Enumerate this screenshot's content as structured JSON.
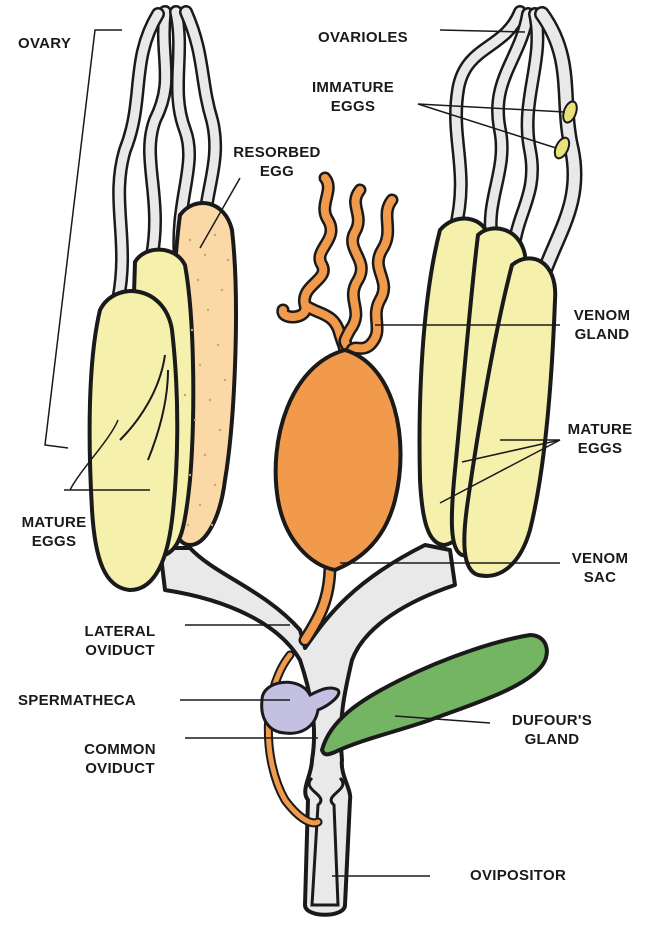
{
  "colors": {
    "outline": "#1a1a1a",
    "duct": "#e9e9e9",
    "mature_egg": "#f6f0ad",
    "resorbed_egg": "#fbd9a6",
    "resorbed_dots": "#c9a27a",
    "immature_egg": "#e7e27a",
    "venom": "#f19a4c",
    "spermatheca": "#c3c0e2",
    "dufour": "#73b562"
  },
  "labels": {
    "ovary": "OVARY",
    "ovarioles": "OVARIOLES",
    "immature_eggs": [
      "IMMATURE",
      "EGGS"
    ],
    "resorbed_egg": [
      "RESORBED",
      "EGG"
    ],
    "venom_gland": [
      "VENOM",
      "GLAND"
    ],
    "mature_eggs_right": [
      "MATURE",
      "EGGS"
    ],
    "mature_eggs_left": [
      "MATURE",
      "EGGS"
    ],
    "venom_sac": [
      "VENOM",
      "SAC"
    ],
    "lateral_oviduct": [
      "LATERAL",
      "OVIDUCT"
    ],
    "spermatheca": "SPERMATHECA",
    "common_oviduct": [
      "COMMON",
      "OVIDUCT"
    ],
    "dufours_gland": [
      "DUFOUR'S",
      "GLAND"
    ],
    "ovipositor": "OVIPOSITOR"
  }
}
